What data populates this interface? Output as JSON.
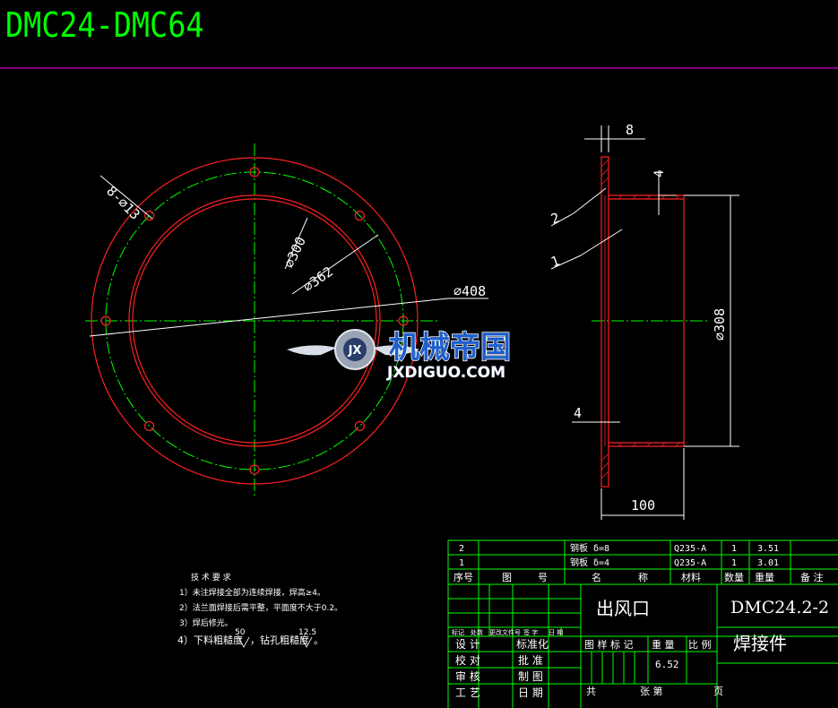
{
  "title": "DMC24-DMC64",
  "front_view": {
    "holes_label": "8-⌀13",
    "d300_label": "⌀300",
    "d362_label": "⌀362",
    "d408_label": "⌀408"
  },
  "side_view": {
    "dim_8": "8",
    "dim_4_top": "4",
    "dim_4_left": "4",
    "dim_100": "100",
    "d308_label": "⌀308",
    "callout_1": "1",
    "callout_2": "2"
  },
  "logo": {
    "badge": "JX",
    "brand_cn": "机械帝国",
    "brand_en": "JXDIGUO.COM"
  },
  "notes": {
    "heading": "技 术 要 求",
    "line1": "1）未注焊接全部为连续焊接，焊高≥4。",
    "line2": "2）法兰面焊接后需平整，平面度不大于0.2。",
    "line3": "3）焊后修光。",
    "line4a": "4）下料粗糙度",
    "rough1": "50",
    "line4b": "，钻孔粗糙度",
    "rough2": "12.5",
    "line4c": "。"
  },
  "bom": {
    "rows": [
      {
        "no": "2",
        "name": "钢板 δ=8",
        "material": "Q235-A",
        "qty": "1",
        "weight": "3.51"
      },
      {
        "no": "1",
        "name": "钢板 δ=4",
        "material": "Q235-A",
        "qty": "1",
        "weight": "3.01"
      }
    ],
    "header": {
      "no": "序号",
      "code1": "图",
      "code2": "号",
      "name1": "名",
      "name2": "称",
      "material": "材料",
      "qty": "数量",
      "weight": "重量",
      "remark": "备 注"
    }
  },
  "title_block": {
    "part_name": "出风口",
    "drawing_no": "DMC24.2-2",
    "type": "焊接件",
    "row_labels": [
      "标记",
      "处数",
      "更改文件号",
      "签 字",
      "日 期"
    ],
    "left_labels": [
      "设 计",
      "校 对",
      "审 核",
      "工 艺"
    ],
    "mid_labels": [
      "标准化",
      "批 准",
      "制 图",
      "日 期"
    ],
    "stage_labels": [
      "图 样 标 记",
      "重 量",
      "比 例"
    ],
    "weight": "6.52",
    "total": "共",
    "sheet": "张 第",
    "page": "页"
  }
}
